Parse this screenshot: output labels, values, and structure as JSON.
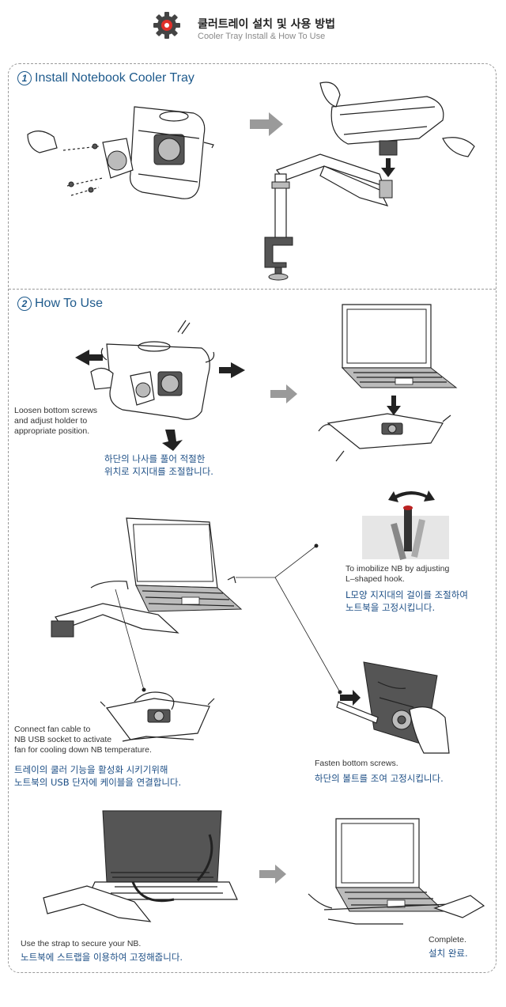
{
  "header": {
    "title_ko": "쿨러트레이 설치 및 사용 방법",
    "title_en": "Cooler Tray Install & How To Use",
    "logo_icon": "gear-icon",
    "logo_colors": {
      "gear": "#444444",
      "center": "#e0302a"
    }
  },
  "section1": {
    "number": "1",
    "title": "Install Notebook Cooler Tray"
  },
  "section2": {
    "number": "2",
    "title": "How To Use",
    "steps": [
      {
        "en": "Loosen bottom screws\nand adjust holder to\nappropriate position.",
        "ko": "하단의 나사를 풀어 적절한\n위치로 지지대를 조절합니다."
      },
      {
        "en": "To imobilize NB by adjusting\nL–shaped hook.",
        "ko": "L모양 지지대의 걸이를 조절하여\n노트북을 고정시킵니다."
      },
      {
        "en": "Connect fan cable to\nNB USB socket to activate\nfan for cooling down NB temperature.",
        "ko": "트레이의 쿨러 기능을 활성화 시키기위해\n노트북의 USB 단자에 케이블을 연결합니다."
      },
      {
        "en": "Fasten bottom screws.",
        "ko": "하단의 볼트를 조여 고정시킵니다."
      },
      {
        "en": "Use the strap to secure your NB.",
        "ko": "노트북에 스트랩을 이용하여 고정해줍니다."
      },
      {
        "en": "Complete.",
        "ko": "설치 완료."
      }
    ]
  },
  "colors": {
    "accent": "#1e5a8c",
    "korean_text": "#1d4f86",
    "arrow_gray": "#9a9a9a",
    "frame": "#9a9a9a"
  }
}
